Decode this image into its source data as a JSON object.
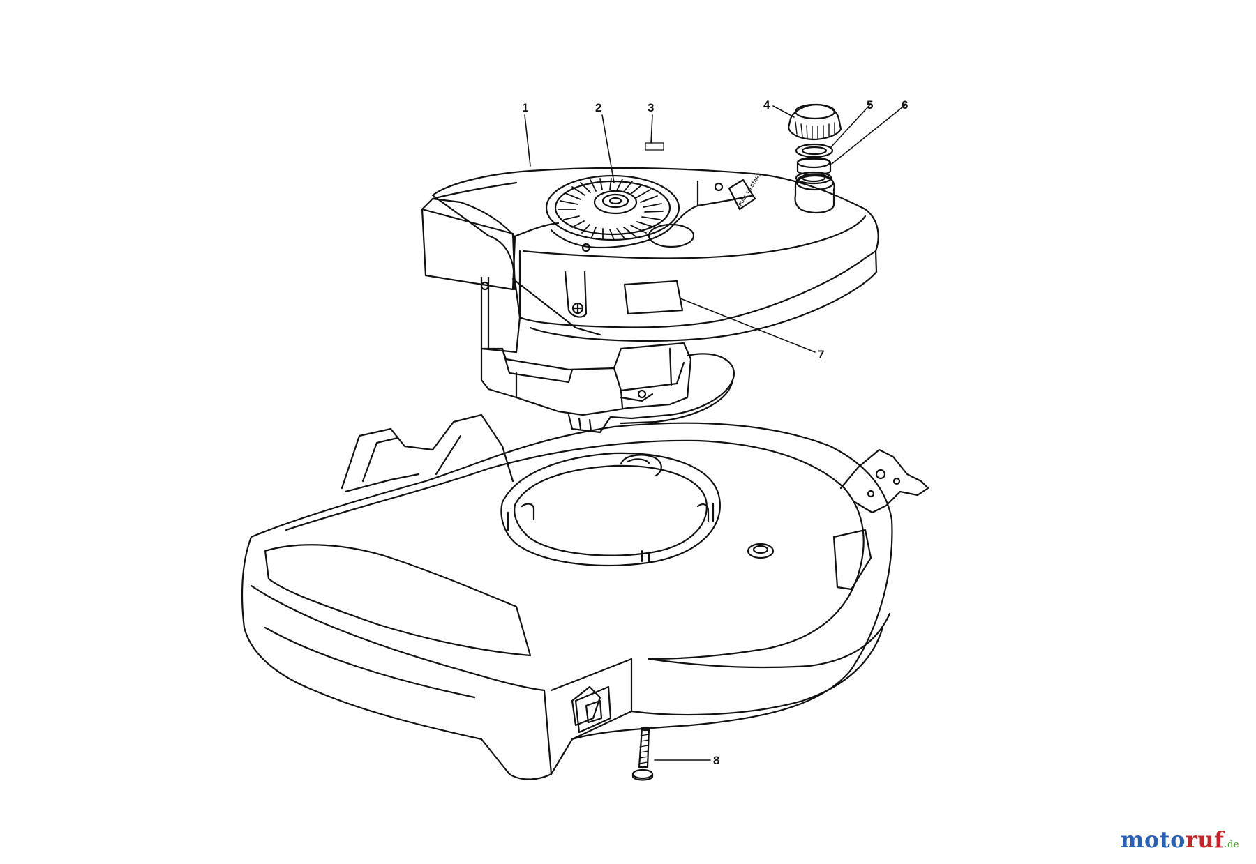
{
  "callouts": {
    "c1": "1",
    "c2": "2",
    "c3": "3",
    "c4": "4",
    "c5": "5",
    "c6": "6",
    "c7": "7",
    "c8": "8"
  },
  "decal_text": "PULL TO START",
  "watermark": {
    "part1": "moto",
    "part2": "ruf",
    "domain": ".de"
  },
  "colors": {
    "line": "#111111",
    "watermark_blue": "#2b5fb0",
    "watermark_red": "#c2272d",
    "watermark_green": "#4a9a2e"
  }
}
